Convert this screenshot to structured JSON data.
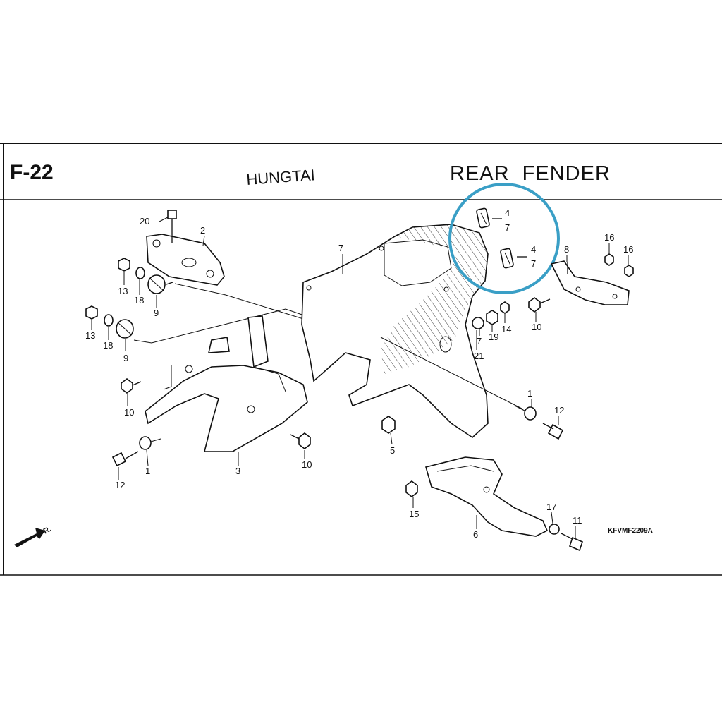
{
  "header": {
    "page_code": "F-22",
    "brand": "HUNGTAI",
    "title": "REAR  FENDER"
  },
  "footer": {
    "diagram_code": "KFVMF2209A",
    "front_marker": "FR."
  },
  "highlight": {
    "color": "#3a9fc6",
    "labels": [
      "4",
      "7",
      "4",
      "7"
    ]
  },
  "callouts": [
    "20",
    "2",
    "13",
    "18",
    "9",
    "13",
    "18",
    "9",
    "10",
    "10",
    "1",
    "12",
    "3",
    "7",
    "4",
    "7",
    "4",
    "7",
    "8",
    "16",
    "16",
    "10",
    "7",
    "19",
    "14",
    "21",
    "1",
    "12",
    "5",
    "15",
    "6",
    "17",
    "11"
  ]
}
